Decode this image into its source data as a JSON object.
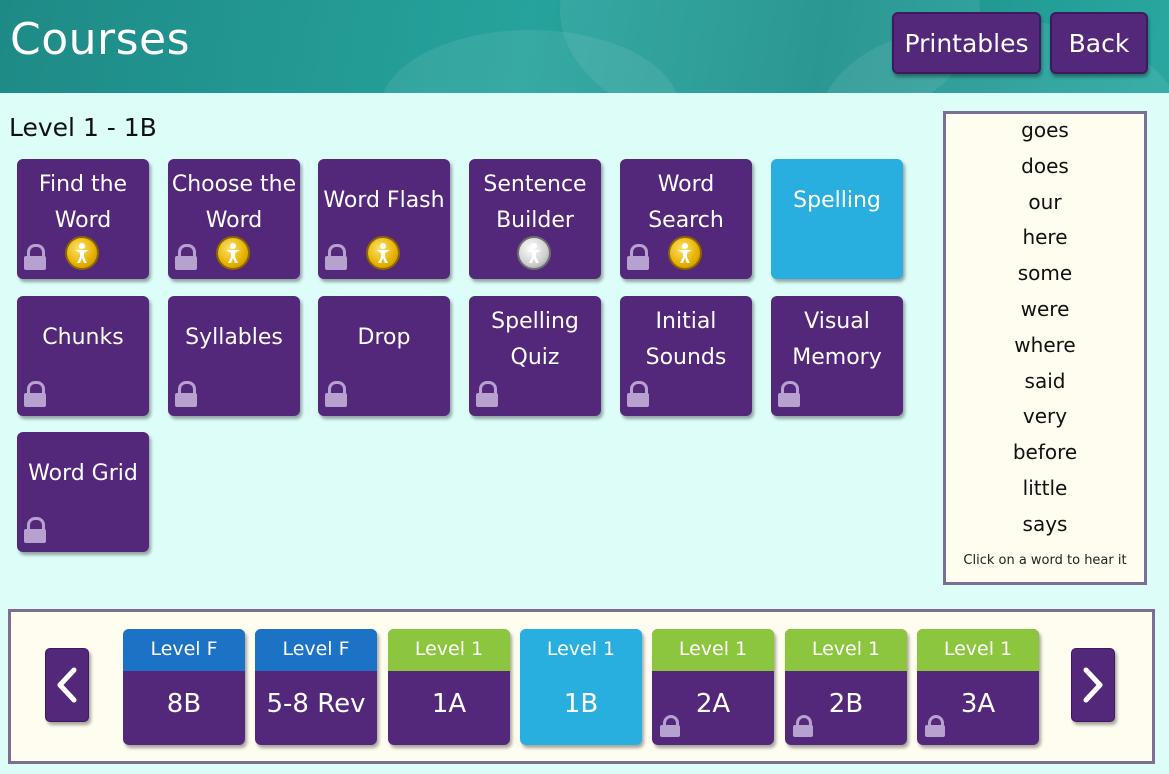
{
  "header": {
    "title": "Courses",
    "printables_label": "Printables",
    "back_label": "Back"
  },
  "level_heading": "Level 1 - 1B",
  "activities": [
    {
      "label_line1": "Find the",
      "label_line2": "Word",
      "locked": true,
      "medal": "gold",
      "active": false
    },
    {
      "label_line1": "Choose the",
      "label_line2": "Word",
      "locked": true,
      "medal": "gold",
      "active": false
    },
    {
      "label_line1": "Word Flash",
      "label_line2": "",
      "locked": true,
      "medal": "gold",
      "active": false
    },
    {
      "label_line1": "Sentence",
      "label_line2": "Builder",
      "locked": false,
      "medal": "silver",
      "active": false
    },
    {
      "label_line1": "Word",
      "label_line2": "Search",
      "locked": true,
      "medal": "gold",
      "active": false
    },
    {
      "label_line1": "Spelling",
      "label_line2": "",
      "locked": false,
      "medal": "",
      "active": true
    },
    {
      "label_line1": "Chunks",
      "label_line2": "",
      "locked": true,
      "medal": "",
      "active": false
    },
    {
      "label_line1": "Syllables",
      "label_line2": "",
      "locked": true,
      "medal": "",
      "active": false
    },
    {
      "label_line1": "Drop",
      "label_line2": "",
      "locked": true,
      "medal": "",
      "active": false
    },
    {
      "label_line1": "Spelling",
      "label_line2": "Quiz",
      "locked": true,
      "medal": "",
      "active": false
    },
    {
      "label_line1": "Initial",
      "label_line2": "Sounds",
      "locked": true,
      "medal": "",
      "active": false
    },
    {
      "label_line1": "Visual",
      "label_line2": "Memory",
      "locked": true,
      "medal": "",
      "active": false
    },
    {
      "label_line1": "Word Grid",
      "label_line2": "",
      "locked": true,
      "medal": "",
      "active": false
    }
  ],
  "word_list": {
    "words": [
      "goes",
      "does",
      "our",
      "here",
      "some",
      "were",
      "where",
      "said",
      "very",
      "before",
      "little",
      "says"
    ],
    "hint": "Click on a word to hear it"
  },
  "levels": [
    {
      "band": "Level F",
      "code": "8B",
      "band_color": "blue",
      "locked": false,
      "active": false
    },
    {
      "band": "Level F",
      "code": "5-8 Rev",
      "band_color": "blue",
      "locked": false,
      "active": false
    },
    {
      "band": "Level 1",
      "code": "1A",
      "band_color": "green",
      "locked": false,
      "active": false
    },
    {
      "band": "Level 1",
      "code": "1B",
      "band_color": "cyan",
      "locked": false,
      "active": true
    },
    {
      "band": "Level 1",
      "code": "2A",
      "band_color": "green",
      "locked": true,
      "active": false
    },
    {
      "band": "Level 1",
      "code": "2B",
      "band_color": "green",
      "locked": true,
      "active": false
    },
    {
      "band": "Level 1",
      "code": "3A",
      "band_color": "green",
      "locked": true,
      "active": false
    }
  ],
  "icons": {
    "prev": "chevron-left-icon",
    "next": "chevron-right-icon",
    "lock": "lock-icon",
    "medal": "medal-icon"
  },
  "colors": {
    "tile": "#53277a",
    "active": "#29aee0",
    "band_blue": "#1c73c6",
    "band_green": "#8cc63f",
    "background": "#dcfdf8"
  }
}
